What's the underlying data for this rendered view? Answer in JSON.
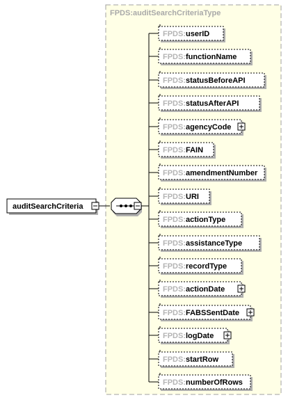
{
  "complex_type": {
    "prefix": "FPDS:",
    "name": "auditSearchCriteriaType",
    "label": "FPDS:auditSearchCriteriaType"
  },
  "root_element": {
    "label": "auditSearchCriteria"
  },
  "compositor": {
    "kind": "sequence"
  },
  "elements": [
    {
      "prefix": "FPDS:",
      "name": "userID",
      "expandable": false
    },
    {
      "prefix": "FPDS:",
      "name": "functionName",
      "expandable": false
    },
    {
      "prefix": "FPDS:",
      "name": "statusBeforeAPI",
      "expandable": false
    },
    {
      "prefix": "FPDS:",
      "name": "statusAfterAPI",
      "expandable": false
    },
    {
      "prefix": "FPDS:",
      "name": "agencyCode",
      "expandable": true
    },
    {
      "prefix": "FPDS:",
      "name": "FAIN",
      "expandable": false
    },
    {
      "prefix": "FPDS:",
      "name": "amendmentNumber",
      "expandable": false
    },
    {
      "prefix": "FPDS:",
      "name": "URI",
      "expandable": false
    },
    {
      "prefix": "FPDS:",
      "name": "actionType",
      "expandable": false
    },
    {
      "prefix": "FPDS:",
      "name": "assistanceType",
      "expandable": false
    },
    {
      "prefix": "FPDS:",
      "name": "recordType",
      "expandable": false
    },
    {
      "prefix": "FPDS:",
      "name": "actionDate",
      "expandable": true
    },
    {
      "prefix": "FPDS:",
      "name": "FABSSentDate",
      "expandable": true
    },
    {
      "prefix": "FPDS:",
      "name": "logDate",
      "expandable": true
    },
    {
      "prefix": "FPDS:",
      "name": "startRow",
      "expandable": false
    },
    {
      "prefix": "FPDS:",
      "name": "numberOfRows",
      "expandable": false
    }
  ],
  "colors": {
    "type_fill": "#ffffe6",
    "type_border": "#a0a0a0",
    "element_fill": "#ffffff",
    "element_border": "#000000",
    "shadow": "#b0b0b0",
    "connector": "#000000"
  }
}
